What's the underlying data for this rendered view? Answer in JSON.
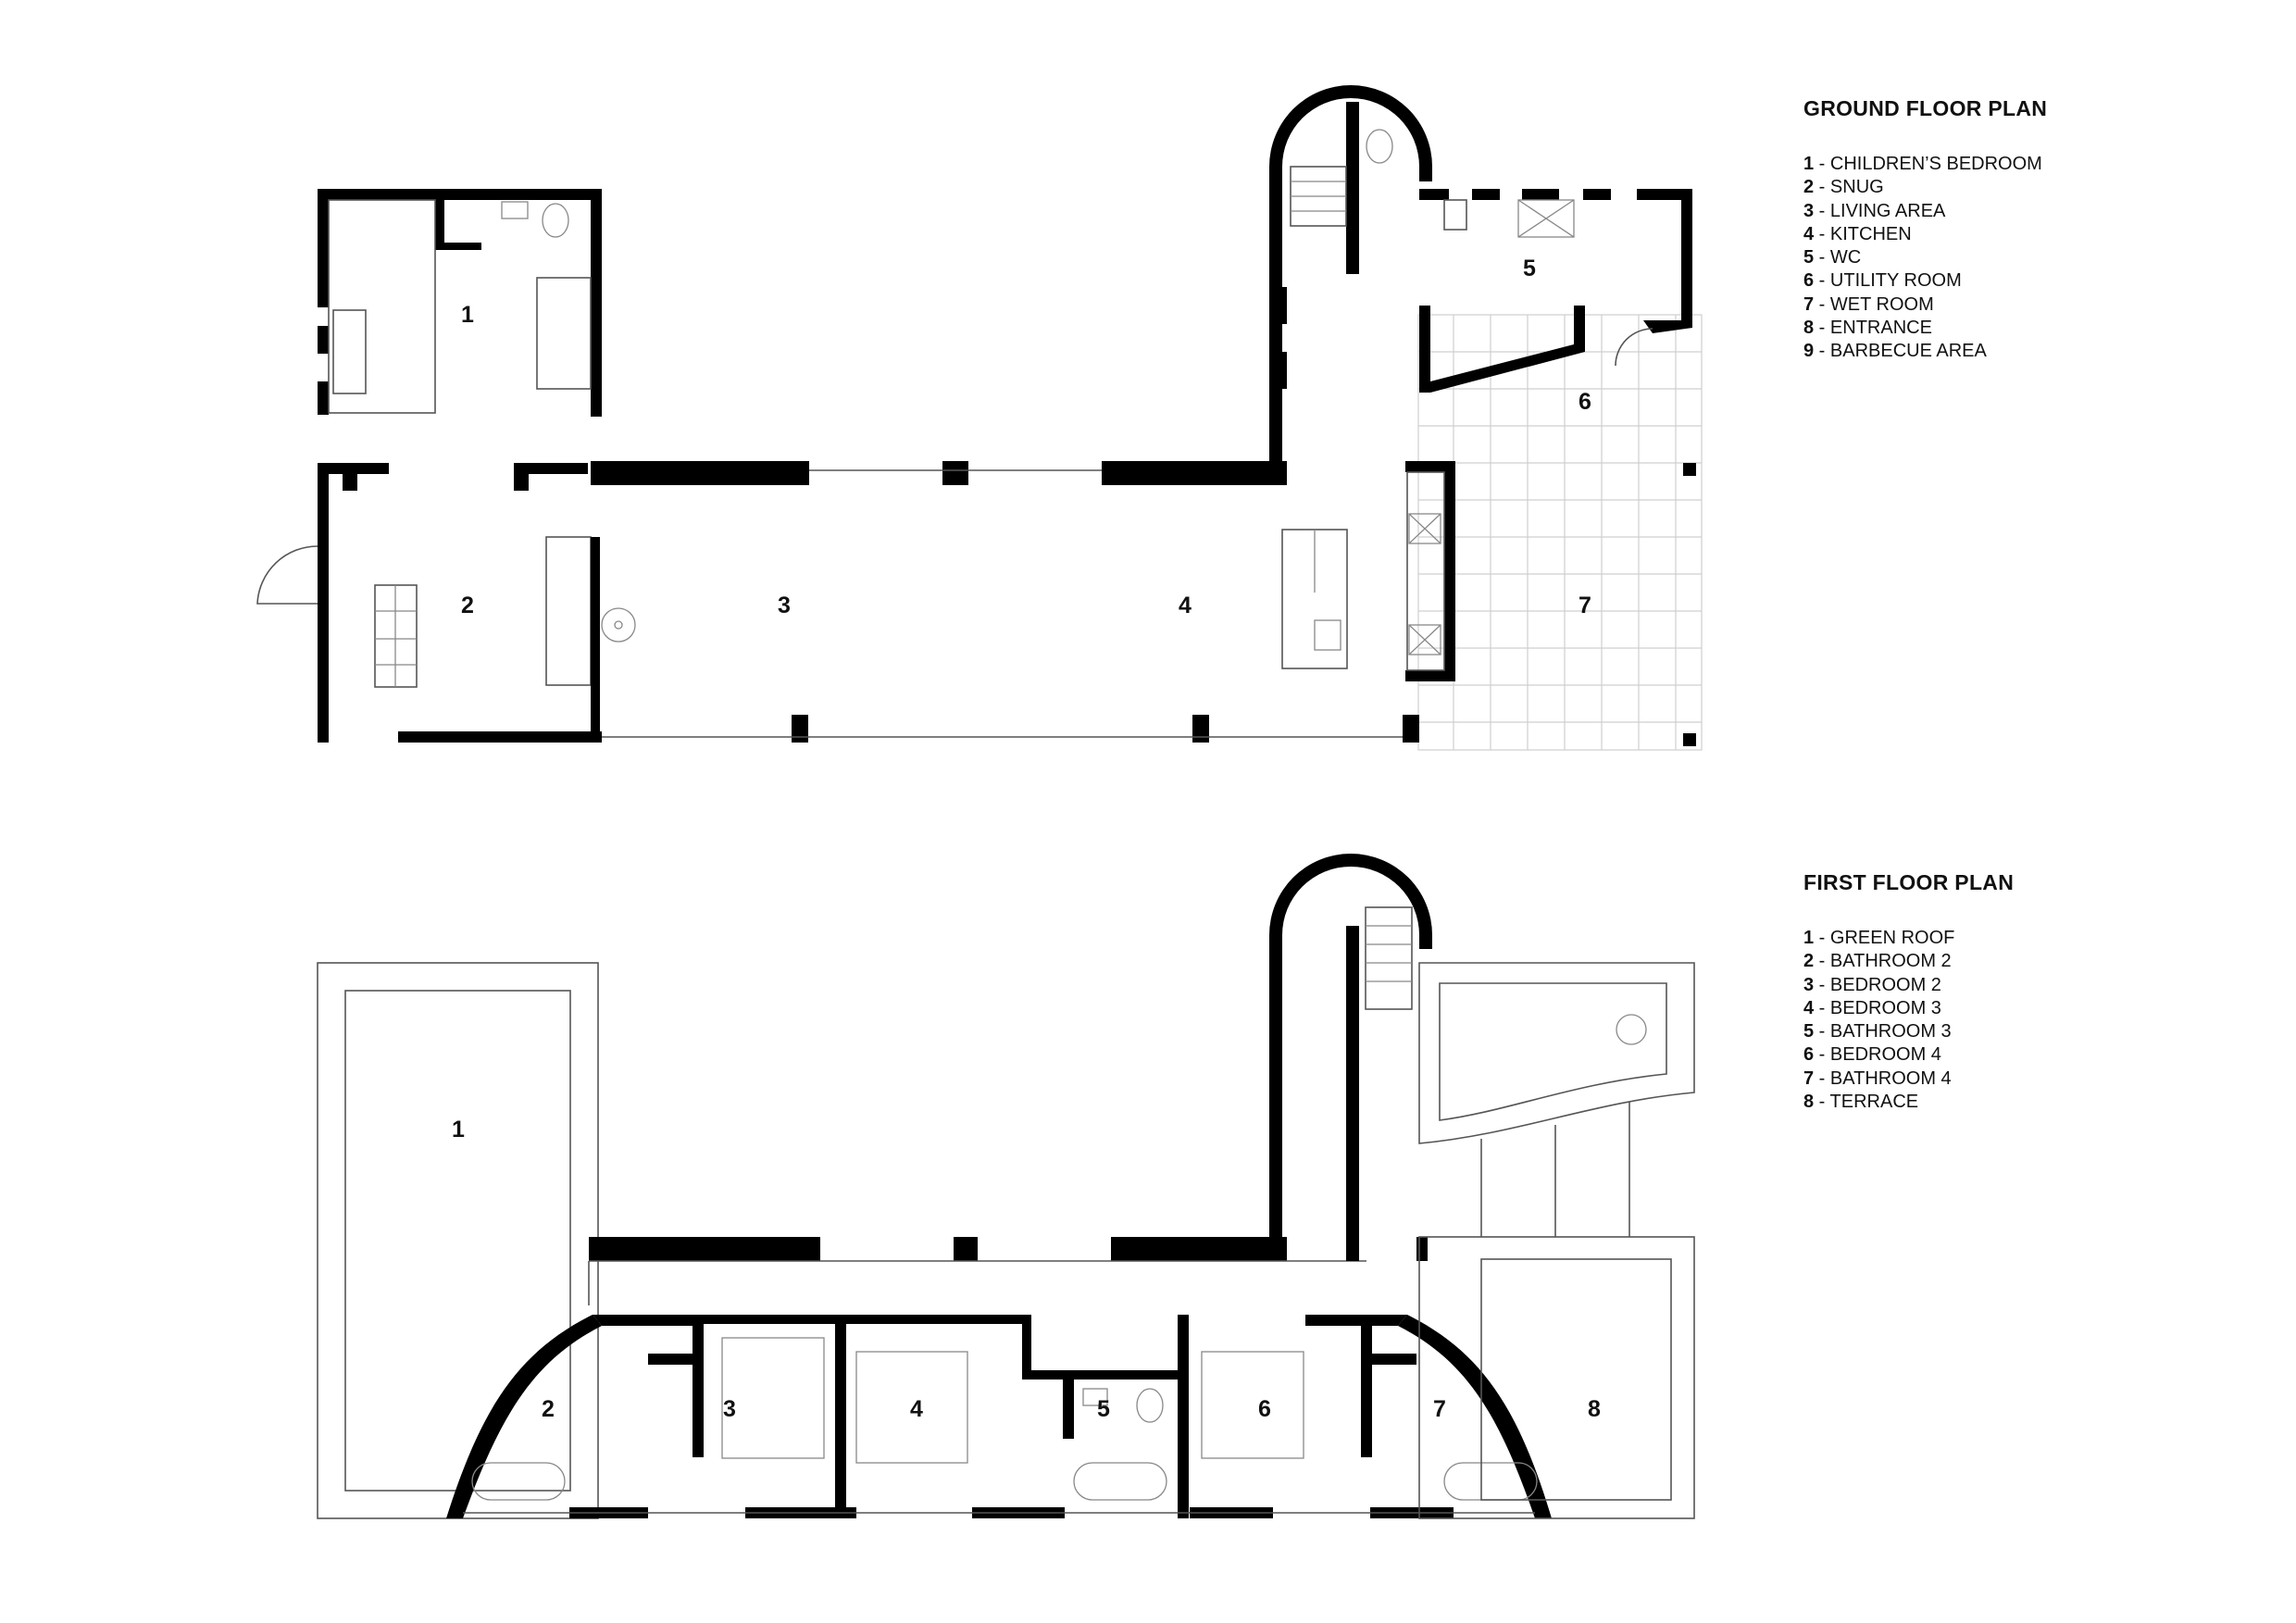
{
  "ground": {
    "title": "GROUND FLOOR PLAN",
    "legend": [
      {
        "num": "1",
        "label": "CHILDREN’S BEDROOM"
      },
      {
        "num": "2",
        "label": "SNUG"
      },
      {
        "num": "3",
        "label": "LIVING AREA"
      },
      {
        "num": "4",
        "label": "KITCHEN"
      },
      {
        "num": "5",
        "label": "WC"
      },
      {
        "num": "6",
        "label": "UTILITY ROOM"
      },
      {
        "num": "7",
        "label": "WET ROOM"
      },
      {
        "num": "8",
        "label": "ENTRANCE"
      },
      {
        "num": "9",
        "label": "BARBECUE AREA"
      }
    ],
    "room_numbers": [
      "1",
      "2",
      "3",
      "4",
      "5",
      "6",
      "7"
    ]
  },
  "first": {
    "title": "FIRST FLOOR PLAN",
    "legend": [
      {
        "num": "1",
        "label": "GREEN ROOF"
      },
      {
        "num": "2",
        "label": "BATHROOM 2"
      },
      {
        "num": "3",
        "label": "BEDROOM 2"
      },
      {
        "num": "4",
        "label": "BEDROOM 3"
      },
      {
        "num": "5",
        "label": "BATHROOM 3"
      },
      {
        "num": "6",
        "label": "BEDROOM 4"
      },
      {
        "num": "7",
        "label": "BATHROOM 4"
      },
      {
        "num": "8",
        "label": "TERRACE"
      }
    ],
    "room_numbers": [
      "1",
      "2",
      "3",
      "4",
      "5",
      "6",
      "7",
      "8"
    ]
  },
  "legend_separator": " - "
}
